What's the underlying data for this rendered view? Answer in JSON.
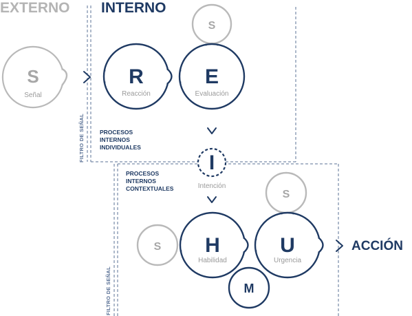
{
  "headings": {
    "externo": "EXTERNO",
    "interno": "INTERNO",
    "accion": "ACCIÓN"
  },
  "nodes": {
    "senal_ext": {
      "letter": "S",
      "sub": "Señal"
    },
    "reaccion": {
      "letter": "R",
      "sub": "Reacción"
    },
    "evaluacion": {
      "letter": "E",
      "sub": "Evaluación"
    },
    "s_top": {
      "letter": "S"
    },
    "intencion": {
      "letter": "I",
      "sub": "Intención"
    },
    "s_mid": {
      "letter": "S"
    },
    "s_left": {
      "letter": "S"
    },
    "habilidad": {
      "letter": "H",
      "sub": "Habilidad"
    },
    "urgencia": {
      "letter": "U",
      "sub": "Urgencia"
    },
    "m": {
      "letter": "M"
    }
  },
  "labels": {
    "procesos_individuales": [
      "PROCESOS",
      "INTERNOS",
      "INDIVIDUALES"
    ],
    "procesos_contextuales": [
      "PROCESOS",
      "INTERNOS",
      "CONTEXTUALES"
    ],
    "filtro_1": "FILTRO DE SEÑAL",
    "filtro_2": "FILTRO DE SEÑAL"
  },
  "colors": {
    "navy": "#1f3a63",
    "grey": "#b9b9b9",
    "text_grey": "#9a9a9a"
  }
}
